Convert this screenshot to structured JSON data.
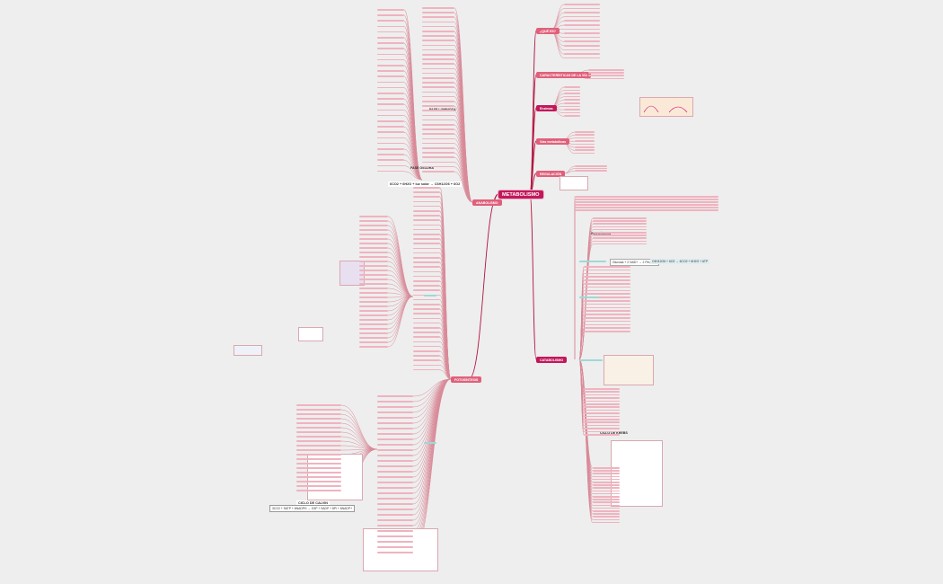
{
  "center_title": "METABOLISMO",
  "right_branches": [
    {
      "id": "b1",
      "label": "¿QUÉ ES?"
    },
    {
      "id": "b2",
      "label": "CARACTERÍSTICAS DE LA VÍA"
    },
    {
      "id": "b3",
      "label": "Enzimas"
    },
    {
      "id": "b4",
      "label": "Vías metabólicas"
    },
    {
      "id": "b5",
      "label": "REGULACIÓN"
    },
    {
      "id": "b6",
      "label": "CATABOLISMO"
    }
  ],
  "left_branches": [
    {
      "id": "l1",
      "label": "ANABOLISMO"
    },
    {
      "id": "l2",
      "label": "FOTOSÍNTESIS"
    }
  ],
  "highlights": {
    "formula_top": "6CO2 + 6H2O + luz solar  →  C6H12O6 + 6O2",
    "formula_mid": "Glucosa + 2 NAD+ → 2 Piruvato",
    "formula_right": "C6H12O6 + 6O2 → 6CO2 + 6H2O + ATP",
    "calvin_title": "CICLO DE CALVIN",
    "calvin_eq": "3CO2 + 9ATP + 6NADPH → G3P + 9ADP + 8Pi + 6NADP+",
    "bold_a": "FASE LUMINOSA",
    "bold_b": "FASE OSCURA",
    "bold_c": "GLUCÓLISIS",
    "bold_d": "CICLO DE KREBS"
  },
  "colors": {
    "line": "#d98a98",
    "line_dark": "#b0123f",
    "teal": "#6fc7c1",
    "center": "#c2185b",
    "branch": "#e0607a"
  }
}
